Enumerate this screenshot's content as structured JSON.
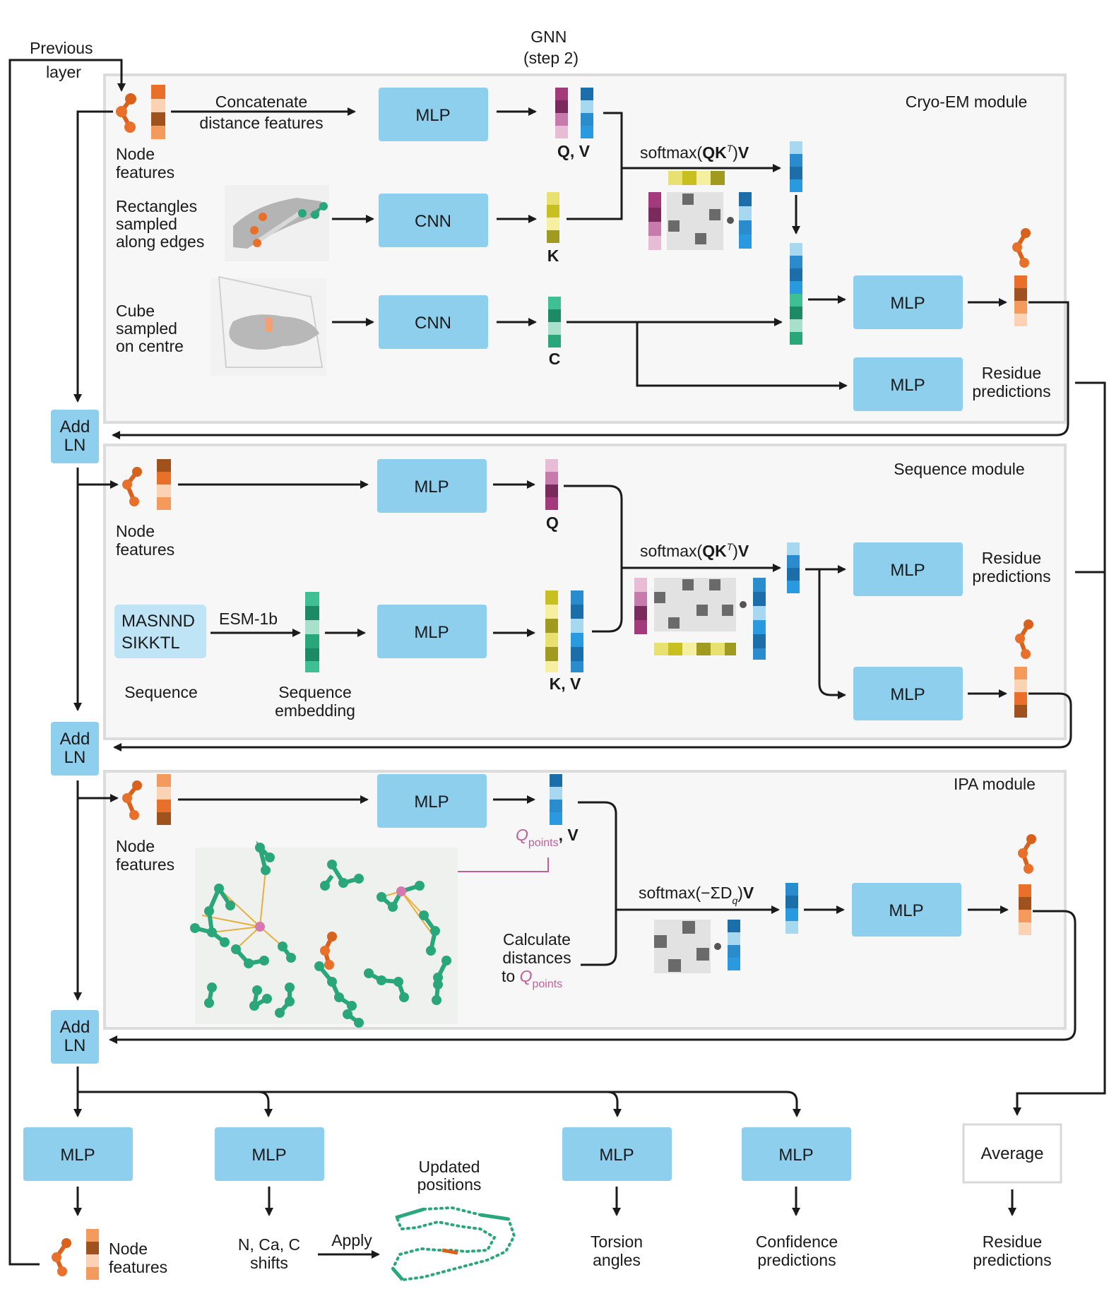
{
  "top": {
    "previous_layer": [
      "Previous",
      "layer"
    ],
    "gnn": [
      "GNN",
      "(step 2)"
    ]
  },
  "cryo_em": {
    "title": "Cryo-EM module",
    "concat": [
      "Concatenate",
      "distance features"
    ],
    "node_features": [
      "Node",
      "features"
    ],
    "rectangles": [
      "Rectangles",
      "sampled",
      "along edges"
    ],
    "cube": [
      "Cube",
      "sampled",
      "on centre"
    ],
    "mlp": "MLP",
    "cnn": "CNN",
    "qv_label": "Q, V",
    "k_label": "K",
    "c_label": "C",
    "softmax": "softmax(QK^T)V",
    "residue_predictions": [
      "Residue",
      "predictions"
    ]
  },
  "sequence": {
    "title": "Sequence module",
    "node_features": [
      "Node",
      "features"
    ],
    "seq_box": [
      "MASNND",
      "SIKKTL"
    ],
    "esm": "ESM-1b",
    "seq_label": "Sequence",
    "embedding": [
      "Sequence",
      "embedding"
    ],
    "q_label": "Q",
    "kv_label": "K, V",
    "softmax": "softmax(QK^T)V",
    "residue_predictions": [
      "Residue",
      "predictions"
    ],
    "mlp": "MLP"
  },
  "ipa": {
    "title": "IPA module",
    "node_features": [
      "Node",
      "features"
    ],
    "qpoints_v": [
      "Q",
      "points",
      ", V"
    ],
    "calc": [
      "Calculate",
      "distances",
      "to "
    ],
    "softmax": "softmax(−ΣD",
    "mlp": "MLP"
  },
  "add_ln": [
    "Add",
    "LN"
  ],
  "bottom": {
    "mlp": "MLP",
    "average": "Average",
    "node_features": [
      "Node",
      "features"
    ],
    "shifts": [
      "N, Ca, C",
      "shifts"
    ],
    "apply": "Apply",
    "updated": [
      "Updated",
      "positions"
    ],
    "torsion": [
      "Torsion",
      "angles"
    ],
    "confidence": [
      "Confidence",
      "predictions"
    ],
    "residue": [
      "Residue",
      "predictions"
    ]
  },
  "colors": {
    "box": "#8ecfee",
    "panel": "#f7f7f7",
    "orange": "#e8702a",
    "green": "#2aa77a",
    "pink": "#c0609a",
    "blue": "#2a8ccc",
    "yellow": "#d4d03a"
  }
}
